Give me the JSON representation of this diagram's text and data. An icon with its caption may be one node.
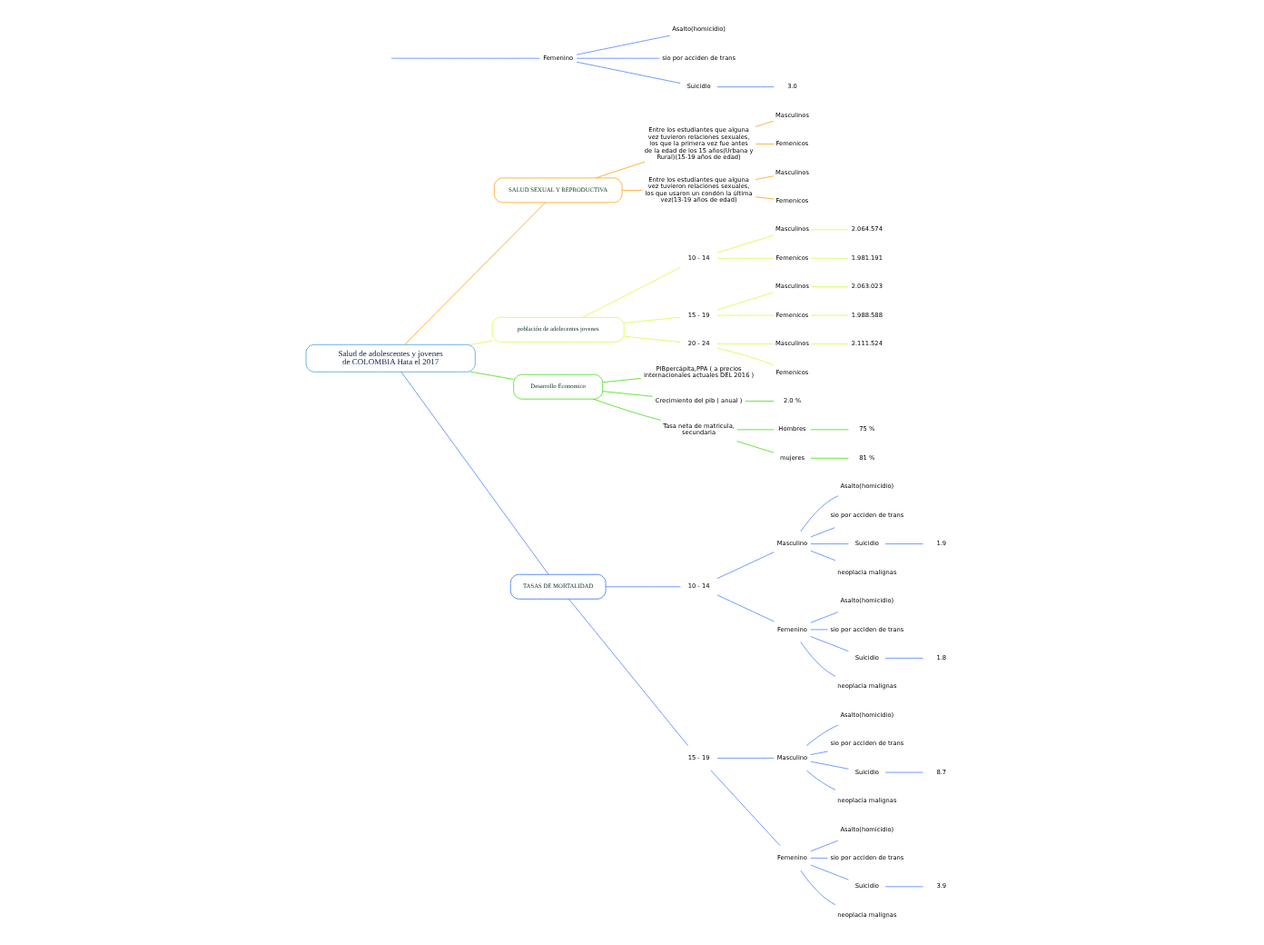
{
  "diagram": {
    "nodes": [
      {
        "text": [
          "Salud de adolescentes y jovenes de COLOMBIA Hata el 2017"
        ]
      },
      {
        "text": [
          "SALUD SEXUAL Y REPRODUCTIVA"
        ]
      },
      {
        "text": [
          "Entre los estudiantes que alguna vez tuvieron relaciones sexuales, los que la primera vez fue antes de la edad de los 15 años(Urbana y Rural)(15-19 años de edad)"
        ]
      },
      {
        "text": [
          "Masculinos"
        ]
      },
      {
        "text": [
          "Femenicos"
        ]
      },
      {
        "text": [
          "Entre los estudiantes que alguna vez tuvieron relaciones sexuales, los que usaron un condón la última vez(13-19 años de edad)"
        ]
      },
      {
        "text": [
          "Masculinos"
        ]
      },
      {
        "text": [
          "Femenicos"
        ]
      },
      {
        "text": [
          "población de adolecentes jovenes"
        ]
      },
      {
        "text": [
          "10 - 14"
        ]
      },
      {
        "text": [
          "Masculinos"
        ]
      },
      {
        "text": [
          "2.064.574"
        ]
      },
      {
        "text": [
          "Femenicos"
        ]
      },
      {
        "text": [
          "1.981.191"
        ]
      },
      {
        "text": [
          "15 - 19"
        ]
      },
      {
        "text": [
          "Masculinos"
        ]
      },
      {
        "text": [
          "2.063.023"
        ]
      },
      {
        "text": [
          "Femenicos"
        ]
      },
      {
        "text": [
          "1.988.588"
        ]
      },
      {
        "text": [
          "20 - 24"
        ]
      },
      {
        "text": [
          "Masculinos"
        ]
      },
      {
        "text": [
          "2.111.524"
        ]
      },
      {
        "text": [
          "Femenicos"
        ]
      },
      {
        "text": [
          "Desarrollo Economico"
        ]
      },
      {
        "text": [
          "PIBpercápita,PPA ( a precios internacionales actuales DEL 2016 )"
        ]
      },
      {
        "text": [
          "Crecimiento del pib ( anual )"
        ]
      },
      {
        "text": [
          "2.0 %"
        ]
      },
      {
        "text": [
          "Tasa neta de matricula, secundaria"
        ]
      },
      {
        "text": [
          "Hombres"
        ]
      },
      {
        "text": [
          "75 %"
        ]
      },
      {
        "text": [
          "mujeres"
        ]
      },
      {
        "text": [
          "81 %"
        ]
      },
      {
        "text": [
          "TASAS DE MORTALIDAD"
        ]
      },
      {
        "text": [
          "10 - 14"
        ]
      },
      {
        "text": [
          "Masculino"
        ]
      },
      {
        "text": [
          "Asalto(homicidio)"
        ]
      },
      {
        "text": [
          "sio por acciden de trans"
        ]
      },
      {
        "text": [
          "Suicidio"
        ]
      },
      {
        "text": [
          "1.9"
        ]
      },
      {
        "text": [
          "neoplacia malignas"
        ]
      },
      {
        "text": [
          "Femenino"
        ]
      },
      {
        "text": [
          "Asalto(homicidio)"
        ]
      },
      {
        "text": [
          "sio por acciden de trans"
        ]
      },
      {
        "text": [
          "Suicidio"
        ]
      },
      {
        "text": [
          "1.8"
        ]
      },
      {
        "text": [
          "neoplacia malignas"
        ]
      },
      {
        "text": [
          "15 - 19"
        ]
      },
      {
        "text": [
          "Masculino"
        ]
      },
      {
        "text": [
          "Asalto(homicidio)"
        ]
      },
      {
        "text": [
          "sio por acciden de trans"
        ]
      },
      {
        "text": [
          "Suicidio"
        ]
      },
      {
        "text": [
          "8.7"
        ]
      },
      {
        "text": [
          "neoplacia malignas"
        ]
      },
      {
        "text": [
          "Femenino"
        ]
      },
      {
        "text": [
          "Asalto(homicidio)"
        ]
      },
      {
        "text": [
          "sio por acciden de trans"
        ]
      },
      {
        "text": [
          "Suicidio"
        ]
      },
      {
        "text": [
          "3.9"
        ]
      },
      {
        "text": [
          "neoplacia malignas"
        ]
      },
      {
        "text": [
          "Femenino"
        ]
      },
      {
        "text": [
          "Asalto(homicidio)"
        ]
      },
      {
        "text": [
          "sio por acciden de trans"
        ]
      },
      {
        "text": [
          "Suicidio"
        ]
      },
      {
        "text": [
          "3.0"
        ]
      }
    ],
    "edges": [
      {
        "from": 0,
        "to": 1,
        "arrow": "none",
        "color": "#ff9900"
      },
      {
        "from": 1,
        "to": 2,
        "arrow": "none",
        "color": "#ff9900"
      },
      {
        "from": 2,
        "to": 3,
        "arrow": "none",
        "color": "#ff9900"
      },
      {
        "from": 2,
        "to": 4,
        "arrow": "none",
        "color": "#ff9900"
      },
      {
        "from": 1,
        "to": 5,
        "arrow": "none",
        "color": "#ff9900"
      },
      {
        "from": 5,
        "to": 6,
        "arrow": "none",
        "color": "#ff9900"
      },
      {
        "from": 5,
        "to": 7,
        "arrow": "none",
        "color": "#ff9900"
      },
      {
        "from": 0,
        "to": 8,
        "arrow": "none",
        "color": "#ccff33"
      },
      {
        "from": 8,
        "to": 9,
        "arrow": "none",
        "color": "#ccff33"
      },
      {
        "from": 9,
        "to": 10,
        "arrow": "none",
        "color": "#ccff33"
      },
      {
        "from": 10,
        "to": 11,
        "arrow": "none",
        "color": "#ccff33"
      },
      {
        "from": 9,
        "to": 12,
        "arrow": "none",
        "color": "#ccff33"
      },
      {
        "from": 12,
        "to": 13,
        "arrow": "none",
        "color": "#ccff33"
      },
      {
        "from": 8,
        "to": 14,
        "arrow": "none",
        "color": "#ccff33"
      },
      {
        "from": 14,
        "to": 15,
        "arrow": "none",
        "color": "#ccff33"
      },
      {
        "from": 15,
        "to": 16,
        "arrow": "none",
        "color": "#ccff33"
      },
      {
        "from": 14,
        "to": 17,
        "arrow": "none",
        "color": "#ccff33"
      },
      {
        "from": 17,
        "to": 18,
        "arrow": "none",
        "color": "#ccff33"
      },
      {
        "from": 8,
        "to": 19,
        "arrow": "none",
        "color": "#ccff33"
      },
      {
        "from": 19,
        "to": 20,
        "arrow": "none",
        "color": "#ccff33"
      },
      {
        "from": 20,
        "to": 21,
        "arrow": "none",
        "color": "#ccff33"
      },
      {
        "from": 19,
        "to": 22,
        "arrow": "none",
        "color": "#ccff33"
      },
      {
        "from": 0,
        "to": 23,
        "arrow": "none",
        "color": "#33dd00"
      },
      {
        "from": 23,
        "to": 24,
        "arrow": "none",
        "color": "#33dd00"
      },
      {
        "from": 23,
        "to": 25,
        "arrow": "none",
        "color": "#33dd00"
      },
      {
        "from": 25,
        "to": 26,
        "arrow": "none",
        "color": "#33dd00"
      },
      {
        "from": 23,
        "to": 27,
        "arrow": "none",
        "color": "#33dd00"
      },
      {
        "from": 27,
        "to": 28,
        "arrow": "none",
        "color": "#33dd00"
      },
      {
        "from": 28,
        "to": 29,
        "arrow": "none",
        "color": "#33dd00"
      },
      {
        "from": 27,
        "to": 30,
        "arrow": "none",
        "color": "#33dd00"
      },
      {
        "from": 30,
        "to": 31,
        "arrow": "none",
        "color": "#33dd00"
      },
      {
        "from": 0,
        "to": 32,
        "arrow": "none"
      },
      {
        "from": 32,
        "to": 33,
        "arrow": "none"
      },
      {
        "from": 33,
        "to": 34,
        "arrow": "none"
      },
      {
        "from": 34,
        "to": 35,
        "arrow": "none"
      },
      {
        "from": 34,
        "to": 36,
        "arrow": "none"
      },
      {
        "from": 34,
        "to": 37,
        "arrow": "none"
      },
      {
        "from": 37,
        "to": 38,
        "arrow": "none"
      },
      {
        "from": 34,
        "to": 39,
        "arrow": "none"
      },
      {
        "from": 33,
        "to": 40,
        "arrow": "none"
      },
      {
        "from": 40,
        "to": 41,
        "arrow": "none"
      },
      {
        "from": 40,
        "to": 42,
        "arrow": "none"
      },
      {
        "from": 40,
        "to": 43,
        "arrow": "none"
      },
      {
        "from": 43,
        "to": 44,
        "arrow": "none"
      },
      {
        "from": 40,
        "to": 45,
        "arrow": "none"
      },
      {
        "from": 32,
        "to": 46,
        "arrow": "none"
      },
      {
        "from": 46,
        "to": 47,
        "arrow": "none"
      },
      {
        "from": 47,
        "to": 48,
        "arrow": "none"
      },
      {
        "from": 47,
        "to": 49,
        "arrow": "none"
      },
      {
        "from": 47,
        "to": 50,
        "arrow": "none"
      },
      {
        "from": 50,
        "to": 51,
        "arrow": "none"
      },
      {
        "from": 47,
        "to": 52,
        "arrow": "none"
      },
      {
        "from": 46,
        "to": 53,
        "arrow": "none"
      },
      {
        "from": 53,
        "to": 54,
        "arrow": "none"
      },
      {
        "from": 53,
        "to": 55,
        "arrow": "none"
      },
      {
        "from": 53,
        "to": 56,
        "arrow": "none"
      },
      {
        "from": 56,
        "to": 57,
        "arrow": "none"
      },
      {
        "from": 53,
        "to": 58,
        "arrow": "none"
      },
      {
        "from": null,
        "to": 59,
        "arrow": "none"
      },
      {
        "from": 59,
        "to": 60,
        "arrow": "none"
      },
      {
        "from": 59,
        "to": 61,
        "arrow": "none"
      },
      {
        "from": 59,
        "to": 62,
        "arrow": "none"
      },
      {
        "from": 62,
        "to": 63,
        "arrow": "none"
      }
    ]
  }
}
